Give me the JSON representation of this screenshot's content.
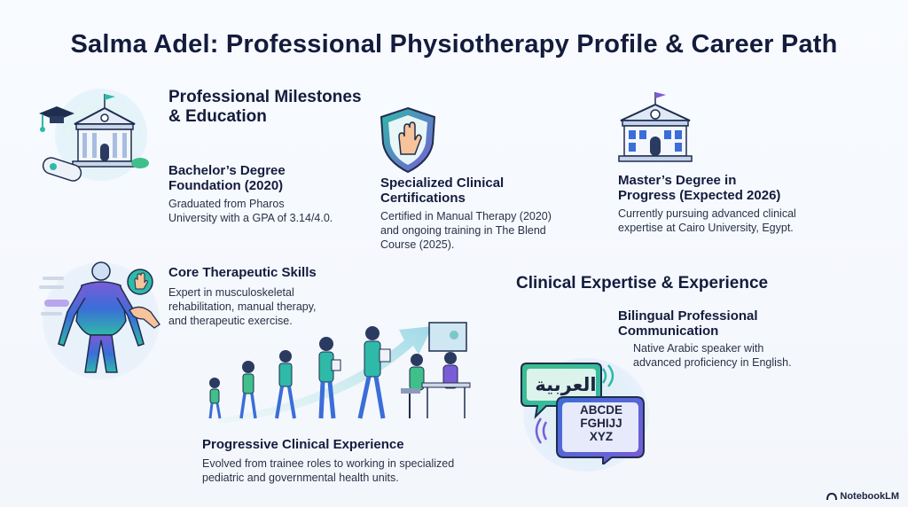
{
  "title": "Salma Adel: Professional Physiotherapy Profile & Career Path",
  "sections": {
    "milestones": "Professional Milestones\n& Education",
    "clinical": "Clinical Expertise & Experience"
  },
  "items": {
    "bachelor": {
      "heading": "Bachelor’s Degree\nFoundation (2020)",
      "text": "Graduated from Pharos\nUniversity with a GPA of 3.14/4.0."
    },
    "certifications": {
      "heading": "Specialized Clinical\nCertifications",
      "text": "Certified in Manual Therapy (2020)\nand ongoing training in The Blend\nCourse (2025)."
    },
    "masters": {
      "heading": "Master’s Degree in\nProgress (Expected 2026)",
      "text": "Currently pursuing advanced clinical\nexpertise at Cairo University, Egypt."
    },
    "skills": {
      "heading": "Core Therapeutic Skills",
      "text": "Expert in musculoskeletal\nrehabilitation, manual therapy,\nand therapeutic exercise."
    },
    "bilingual": {
      "heading": "Bilingual Professional\nCommunication",
      "text": "Native Arabic speaker with\nadvanced proficiency in English."
    },
    "experience": {
      "heading": "Progressive Clinical Experience",
      "text": "Evolved from trainee roles to working in specialized\npediatric and governmental health units."
    }
  },
  "bubbles": {
    "arabic": "العربية",
    "latin_line1": "ABCDE",
    "latin_line2": "FGHIJJ",
    "latin_line3": "XYZ"
  },
  "brand": "NotebookLM",
  "colors": {
    "navy": "#141c3d",
    "teal": "#2fb9a8",
    "purple": "#7b5cd6",
    "blue": "#3a6ed8"
  },
  "icons": [
    "university-icon",
    "graduation-cap-icon",
    "diploma-icon",
    "shield-hand-icon",
    "university-icon",
    "anatomy-body-icon",
    "hand-icon",
    "people-growth-icon",
    "speech-bubbles-icon"
  ]
}
